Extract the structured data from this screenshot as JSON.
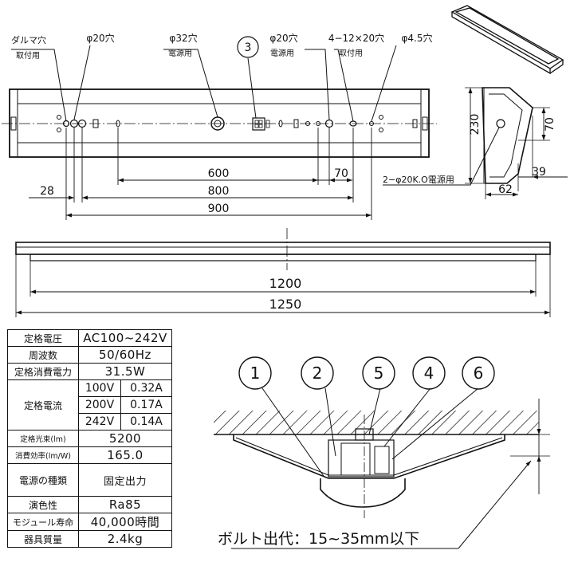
{
  "top_labels": {
    "daruma_hole": "ダルマ穴",
    "mounting": "取付用",
    "hole_20a": "φ20穴",
    "hole_32": "φ32穴",
    "power_a": "電源用",
    "callout_3": "3",
    "hole_20b": "φ20穴",
    "power_b": "電源用",
    "slot_4x": "4−12×20穴",
    "mounting_b": "取付用",
    "hole_45": "φ4.5穴"
  },
  "plan_dims": {
    "d600": "600",
    "d70": "70",
    "d28": "28",
    "d800": "800",
    "d900": "900"
  },
  "side_view": {
    "d230": "230",
    "d70": "70",
    "d39": "39",
    "d62": "62",
    "knockout": "2−φ20K.O電源用"
  },
  "front_dims": {
    "d1200": "1200",
    "d1250": "1250"
  },
  "spec_table": {
    "rated_voltage_label": "定格電圧",
    "rated_voltage": "AC100~242V",
    "frequency_label": "周波数",
    "frequency": "50/60Hz",
    "power_label": "定格消費電力",
    "power": "31.5W",
    "current_label": "定格電流",
    "current_rows": [
      {
        "voltage": "100V",
        "current": "0.32A"
      },
      {
        "voltage": "200V",
        "current": "0.17A"
      },
      {
        "voltage": "242V",
        "current": "0.14A"
      }
    ],
    "flux_label": "定格光束(lm)",
    "flux": "5200",
    "efficacy_label": "消費効率(lm/W)",
    "efficacy": "165.0",
    "power_type_label": "電源の種類",
    "power_type": "固定出力",
    "cri_label": "演色性",
    "cri": "Ra85",
    "life_label": "モジュール寿命",
    "life": "40,000時間",
    "weight_label": "器具質量",
    "weight": "2.4kg"
  },
  "detail_view": {
    "callouts": [
      "1",
      "2",
      "5",
      "4",
      "6"
    ],
    "bolt_note": "ボルト出代：15~35mm以下"
  }
}
